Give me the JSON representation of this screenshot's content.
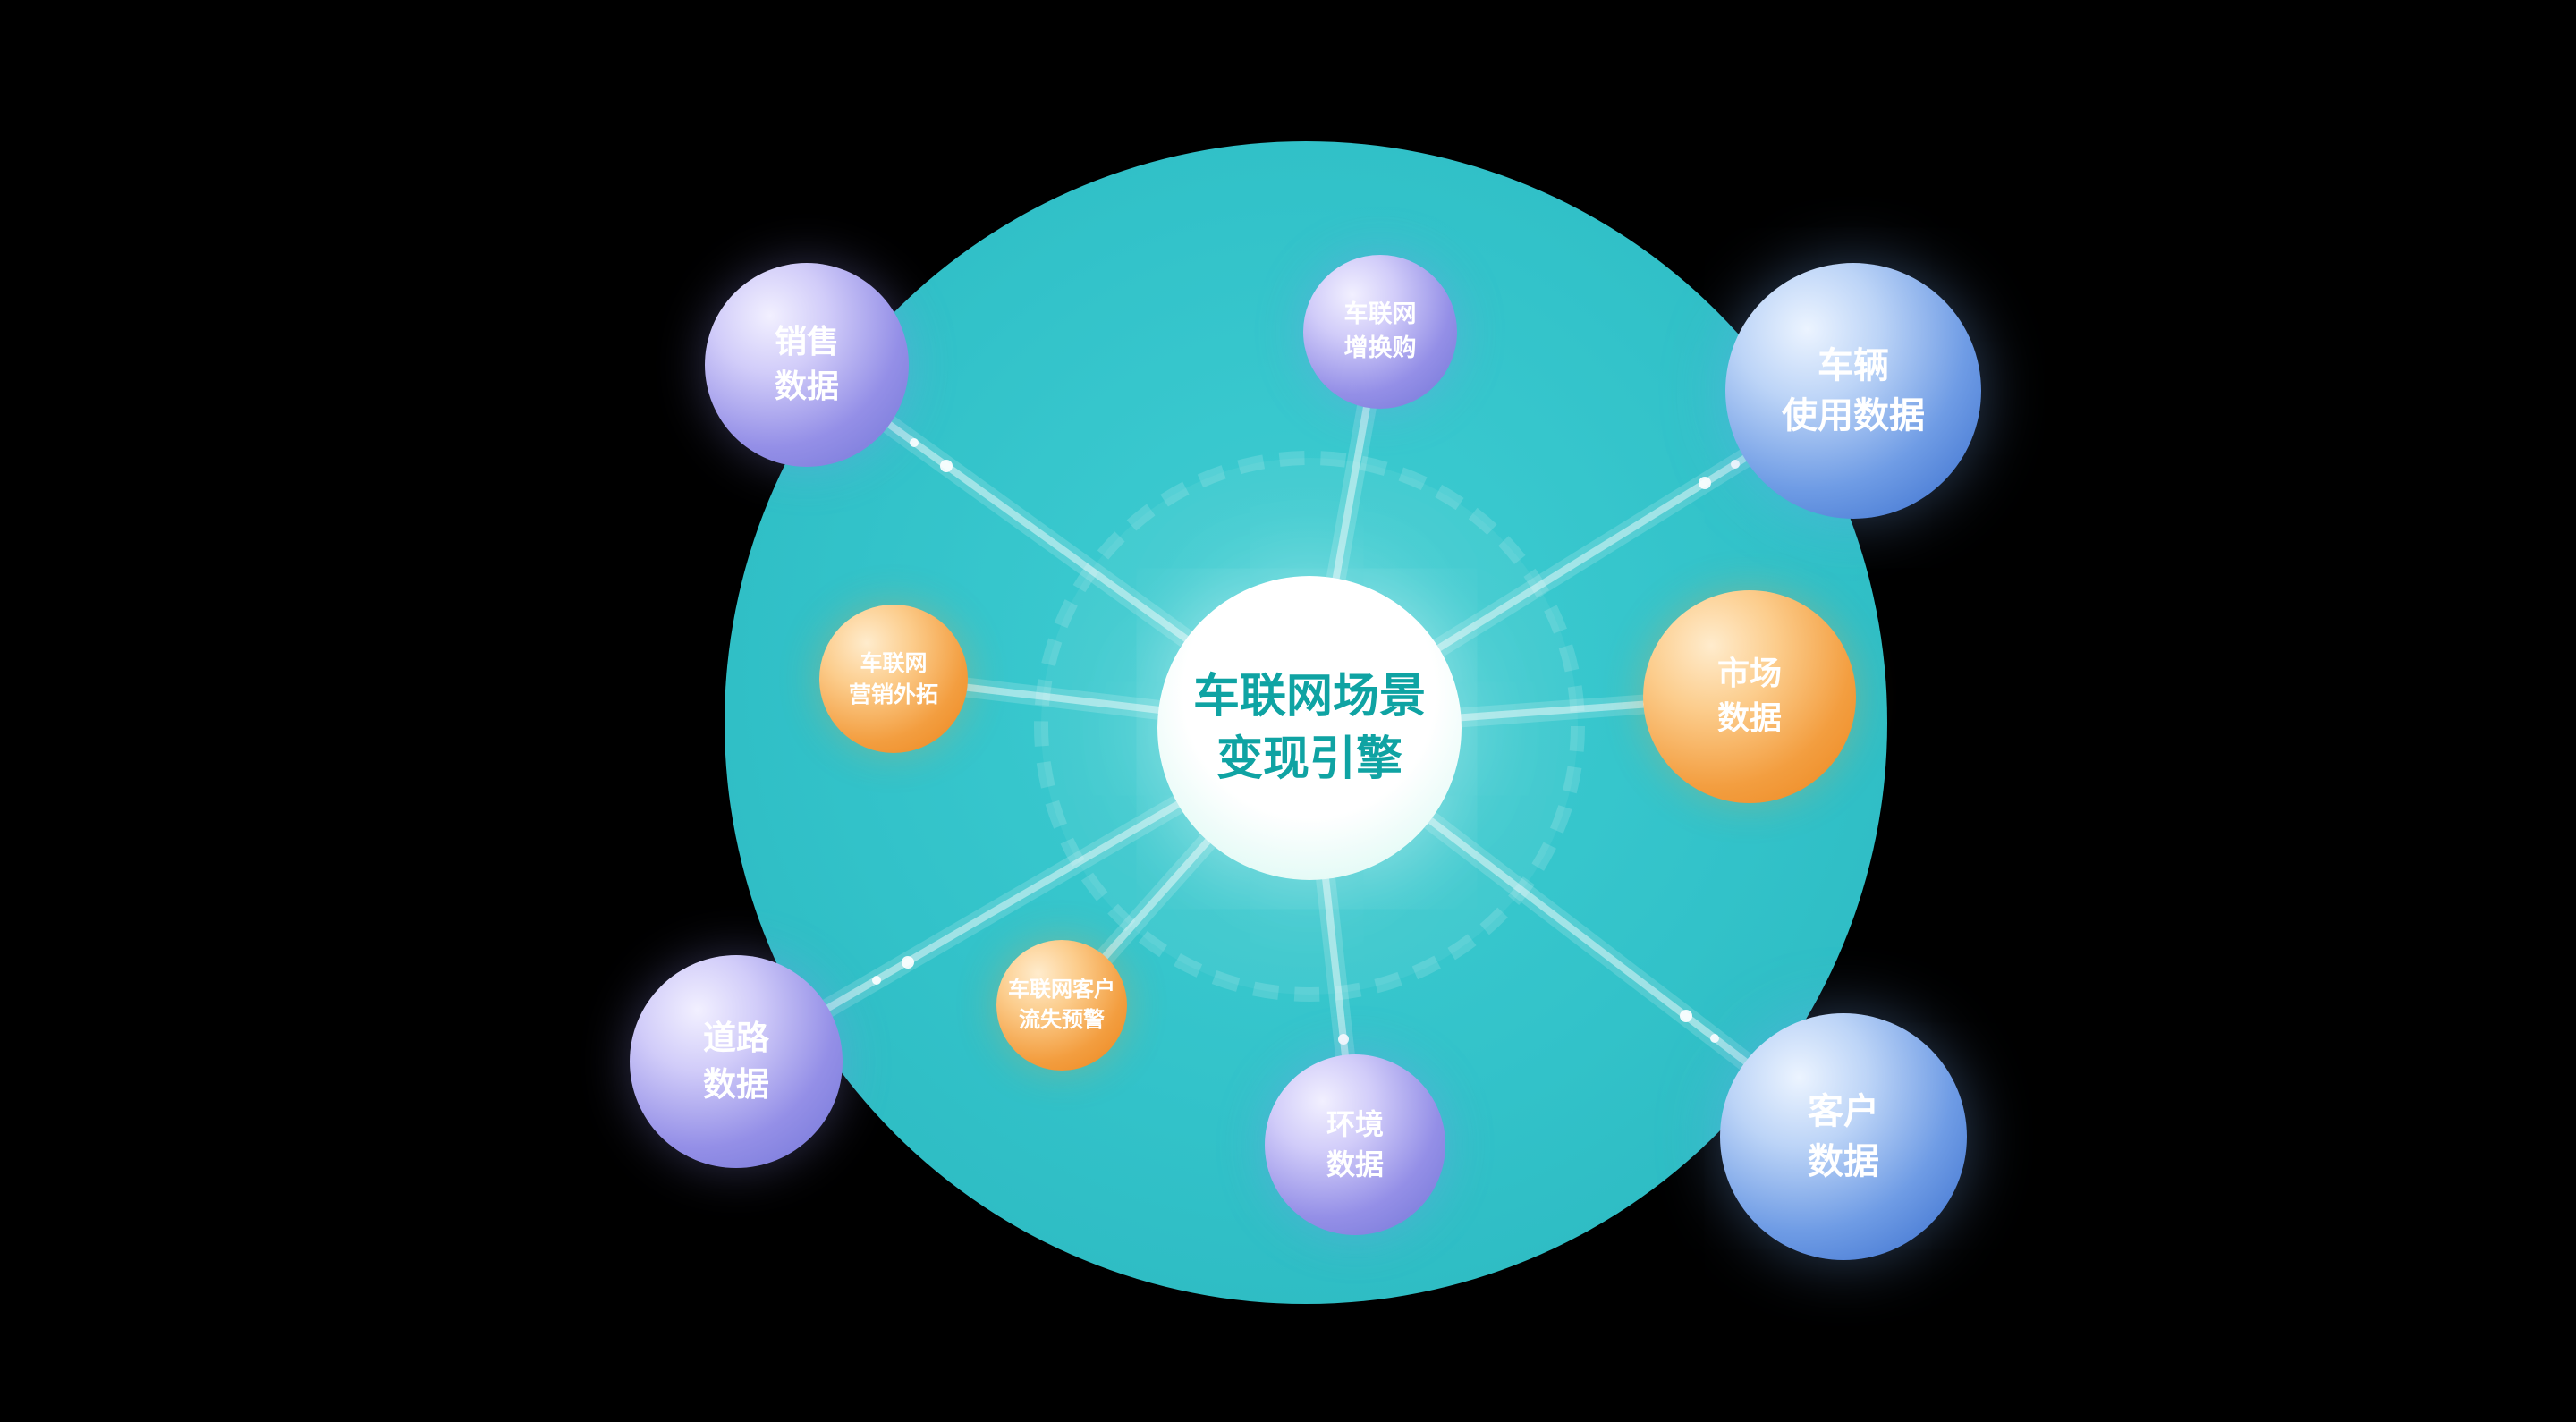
{
  "scene": {
    "background_color": "#000000",
    "hub_color": "#32c2c9",
    "beam_color": "#ffffff"
  },
  "center": {
    "line1": "车联网场景",
    "line2": "变现引擎",
    "text_color": "#0fa3a3"
  },
  "nodes": [
    {
      "name": "sales-data",
      "line1": "销售",
      "line2": "数据",
      "color": "#8f8fe6",
      "size": "medium"
    },
    {
      "name": "iov-trade-up",
      "line1": "车联网",
      "line2": "增换购",
      "color": "#9a94ec",
      "size": "small"
    },
    {
      "name": "vehicle-usage-data",
      "line1": "车辆",
      "line2": "使用数据",
      "color": "#5a8fdc",
      "size": "large"
    },
    {
      "name": "iov-marketing-expansion",
      "line1": "车联网",
      "line2": "营销外拓",
      "color": "#f2a04b",
      "size": "small"
    },
    {
      "name": "market-data",
      "line1": "市场",
      "line2": "数据",
      "color": "#f09a3e",
      "size": "medium"
    },
    {
      "name": "road-data",
      "line1": "道路",
      "line2": "数据",
      "color": "#8f8fe6",
      "size": "medium"
    },
    {
      "name": "iov-churn-warning",
      "line1": "车联网客户",
      "line2": "流失预警",
      "color": "#f2a04b",
      "size": "small"
    },
    {
      "name": "environment-data",
      "line1": "环境",
      "line2": "数据",
      "color": "#9a94ec",
      "size": "medium"
    },
    {
      "name": "customer-data",
      "line1": "客户",
      "line2": "数据",
      "color": "#5a8fdc",
      "size": "large"
    }
  ]
}
